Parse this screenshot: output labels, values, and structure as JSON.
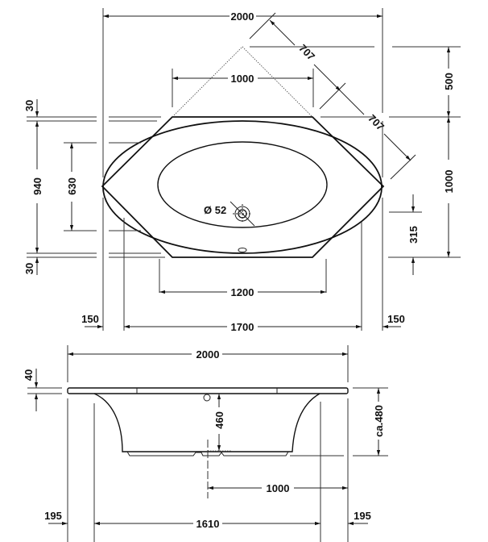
{
  "colors": {
    "line": "#111111",
    "background": "#ffffff"
  },
  "plan_view": {
    "overall_width": "2000",
    "corner_diag_1": "707",
    "corner_diag_2": "707",
    "top_edge_width": "1000",
    "corner_depth": "500",
    "overall_depth": "1000",
    "rim_top": "30",
    "inner_depth": "940",
    "basin_depth": "630",
    "rim_bottom": "30",
    "drain_offset": "315",
    "drain_diameter": "Ø 52",
    "basin_width": "1200",
    "inner_width": "1700",
    "side_left": "150",
    "side_right": "150"
  },
  "side_view": {
    "overall_width": "2000",
    "rim_thickness": "40",
    "water_depth": "460",
    "height": "ca.480",
    "drain_to_edge": "1000",
    "body_width": "1610",
    "offset_left": "195",
    "offset_right": "195"
  }
}
